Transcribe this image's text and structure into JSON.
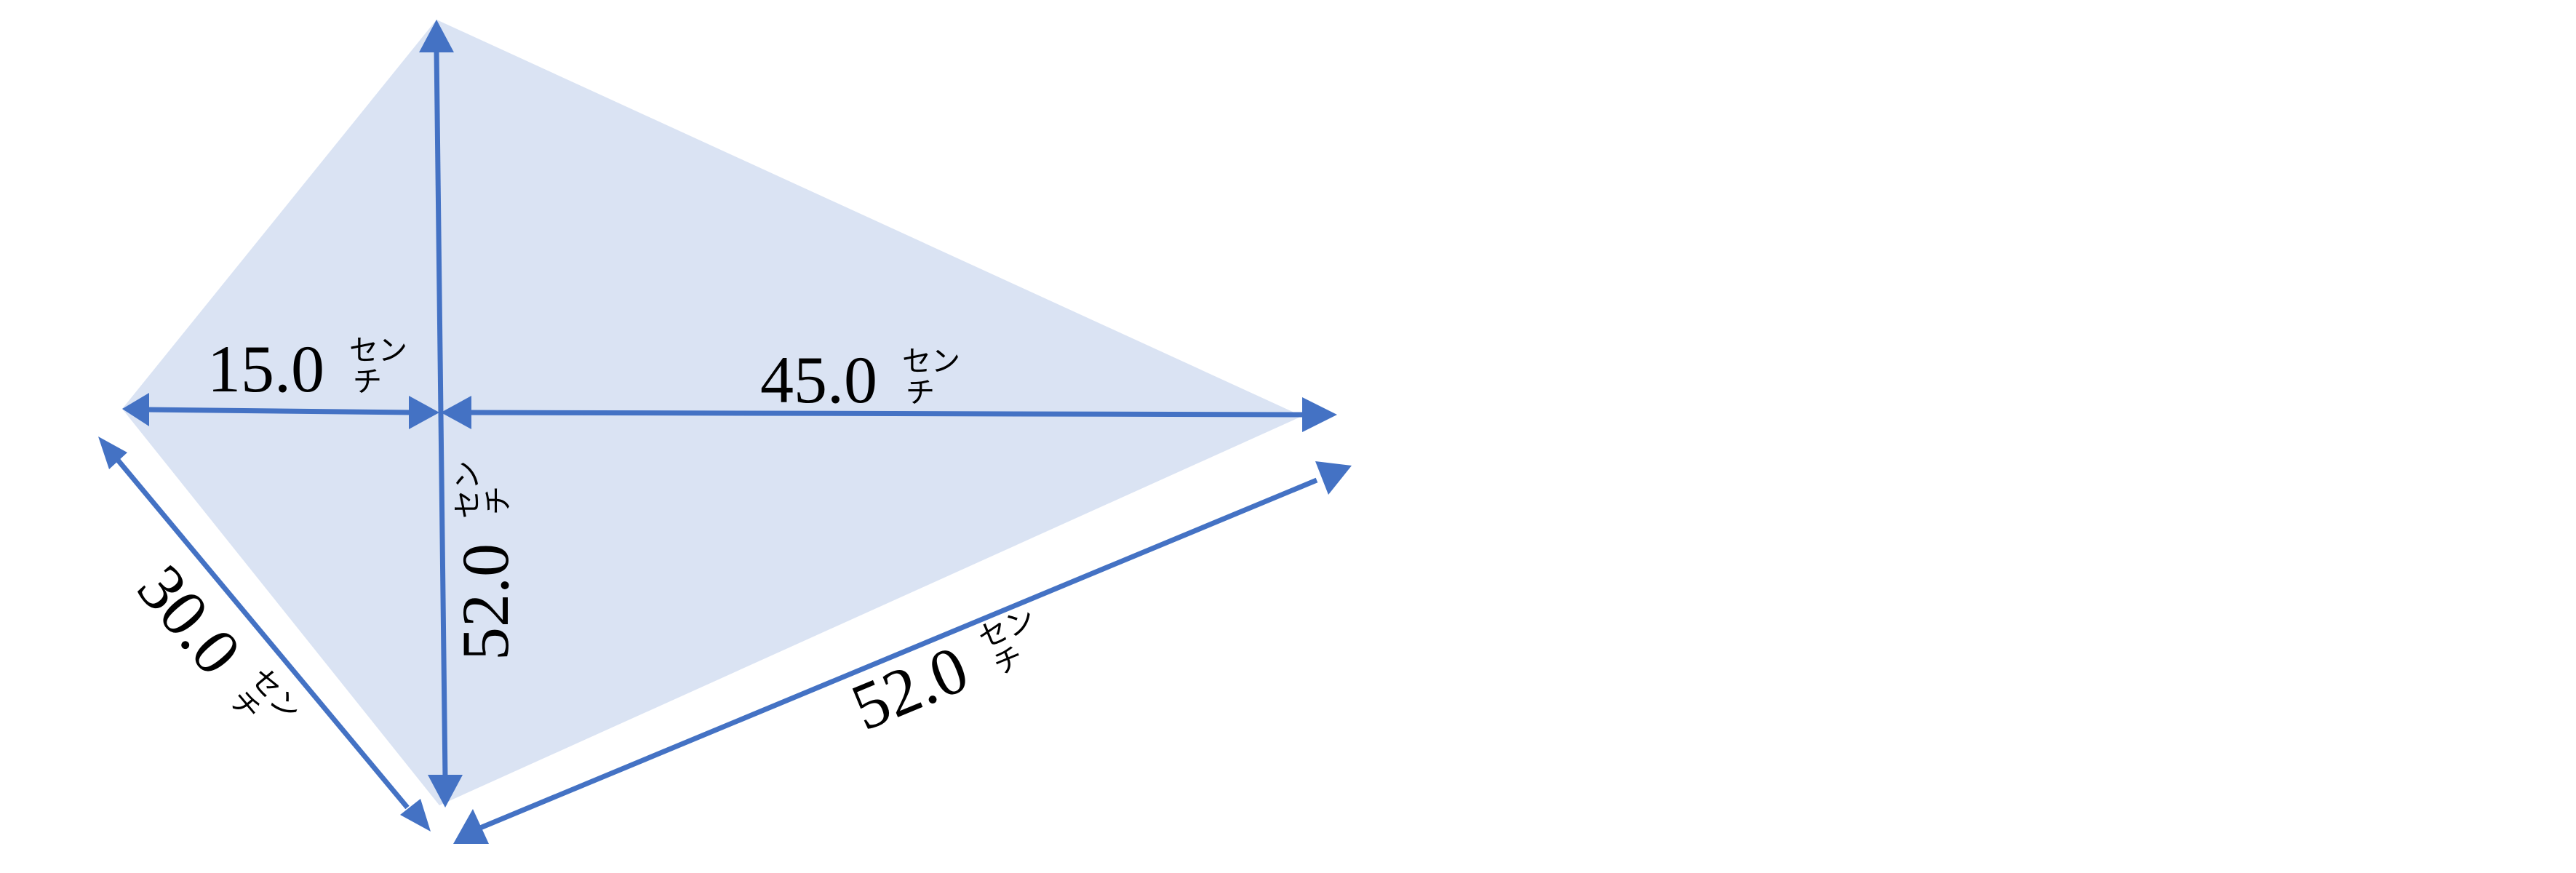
{
  "diagram": {
    "shape": "kite",
    "fill_color": "#dae3f3",
    "line_color": "#4472c4",
    "unit_top": "セン",
    "unit_bottom": "チ",
    "dimensions": {
      "left_half_diagonal": "15.0",
      "right_half_diagonal": "45.0",
      "vertical_diagonal": "52.0",
      "lower_left_side": "30.0",
      "lower_right_side": "52.0"
    }
  }
}
